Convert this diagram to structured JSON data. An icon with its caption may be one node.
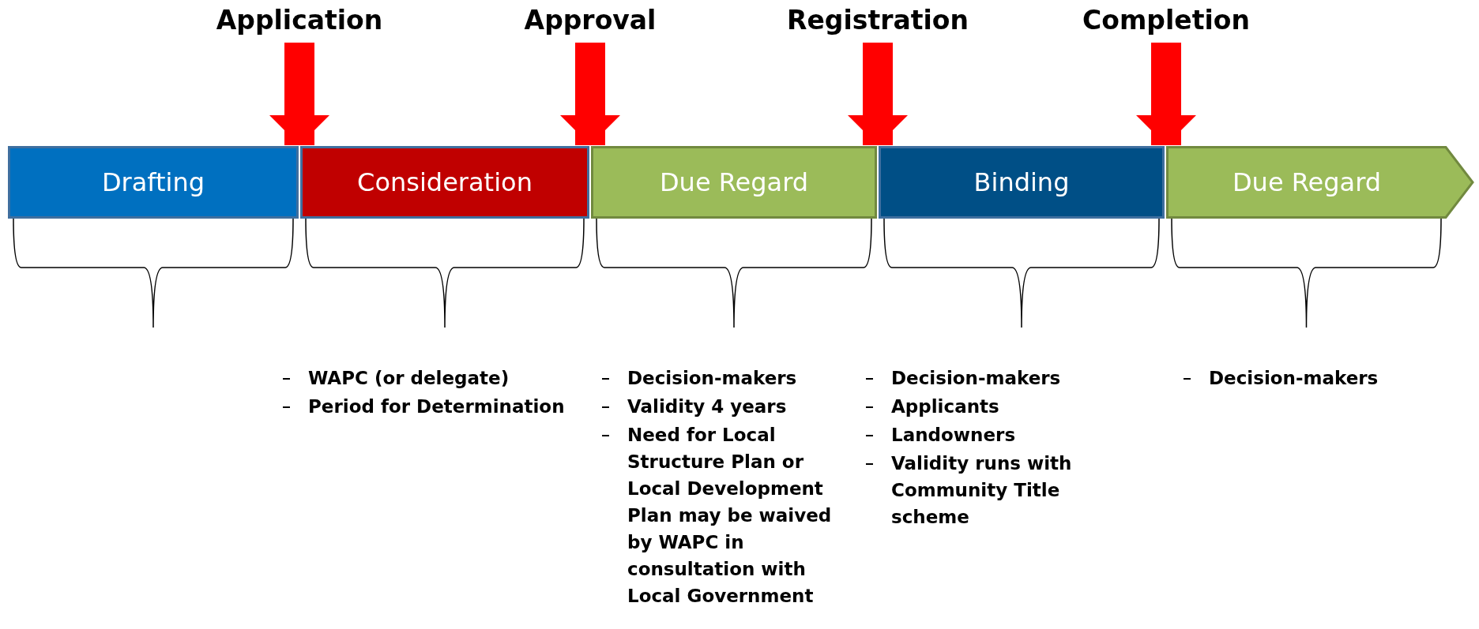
{
  "diagram": {
    "nodes": [
      {
        "text": [
          "Drafting"
        ]
      },
      {
        "text": [
          "Consideration"
        ],
        "beside": [
          "WAPC (or delegate)",
          "Period for Determination"
        ]
      },
      {
        "text": [
          "Due Regard"
        ],
        "beside": [
          "Decision-makers",
          "Validity 4 years",
          "Need for Local Structure Plan or Local Development Plan may be waived by WAPC in consultation with Local Government"
        ]
      },
      {
        "text": [
          "Binding"
        ],
        "beside": [
          "Decision-makers",
          "Applicants",
          "Landowners",
          "Validity runs with Community Title scheme"
        ]
      },
      {
        "text": [
          "Due Regard"
        ]
      },
      {
        "text": [
          "Application"
        ]
      },
      {
        "text": [
          "Approval"
        ]
      },
      {
        "text": [
          "Registration"
        ]
      },
      {
        "text": [
          "Completion"
        ]
      }
    ],
    "edges": [
      {
        "from": 5,
        "to": 1,
        "arrow": "to"
      },
      {
        "from": 6,
        "to": 2,
        "arrow": "to"
      },
      {
        "from": 7,
        "to": 3,
        "arrow": "to"
      },
      {
        "from": 8,
        "to": 4,
        "arrow": "to"
      }
    ],
    "labels": [
      "Decision-makers"
    ]
  }
}
